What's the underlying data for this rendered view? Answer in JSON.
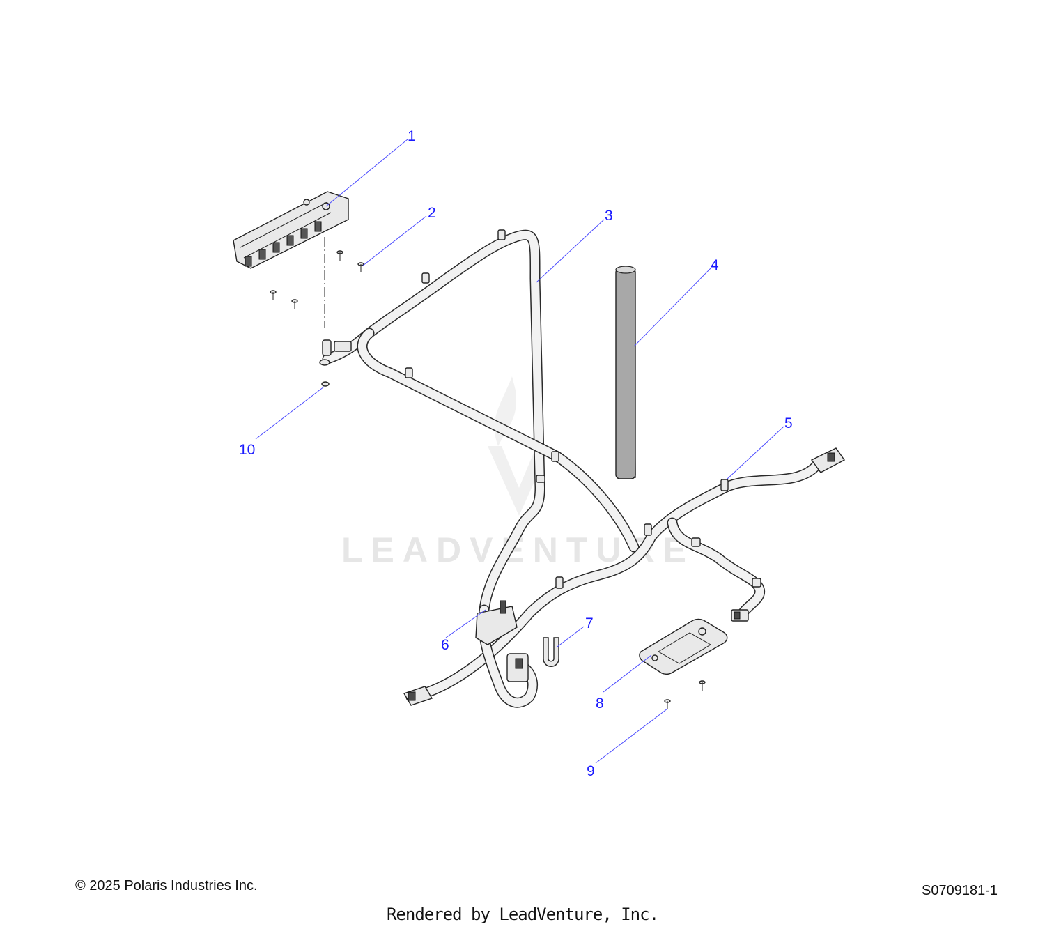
{
  "callouts": [
    {
      "id": "c1",
      "label": "1"
    },
    {
      "id": "c2",
      "label": "2"
    },
    {
      "id": "c3",
      "label": "3"
    },
    {
      "id": "c4",
      "label": "4"
    },
    {
      "id": "c5",
      "label": "5"
    },
    {
      "id": "c6",
      "label": "6"
    },
    {
      "id": "c7",
      "label": "7"
    },
    {
      "id": "c8",
      "label": "8"
    },
    {
      "id": "c9",
      "label": "9"
    },
    {
      "id": "c10",
      "label": "10"
    }
  ],
  "watermark": "LEADVENTURE",
  "footer": {
    "copyright": "© 2025 Polaris Industries Inc.",
    "doc_number": "S0709181-1",
    "rendered_by": "Rendered by LeadVenture, Inc."
  },
  "colors": {
    "callout": "#1a1aff",
    "leader": "#4a4aff",
    "watermark": "#e6e6e6"
  }
}
